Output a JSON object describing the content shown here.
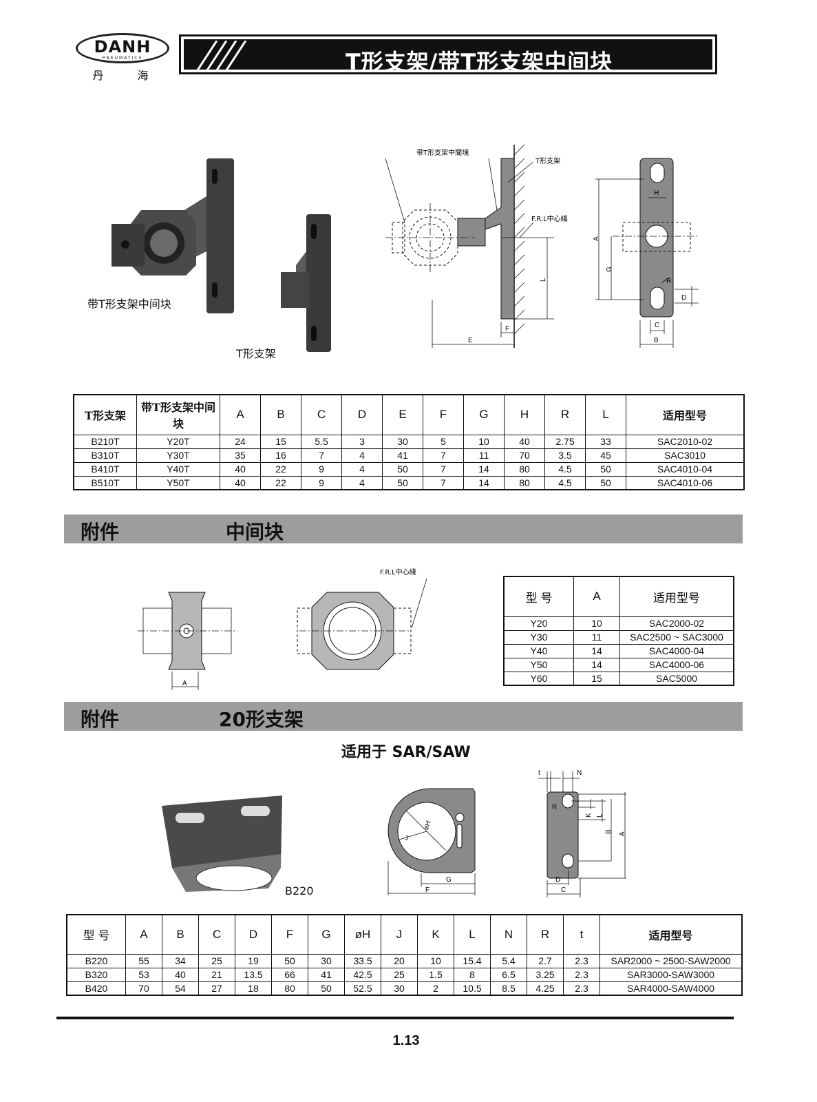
{
  "header": {
    "brand": "DANH",
    "brand_sub": "PNEUMATICS",
    "brand_cn": "丹 海",
    "title": "T形支架/带T形支架中间块"
  },
  "figure1": {
    "photo_caption_1": "带T形支架中间块",
    "photo_caption_2": "T形支架",
    "label_mid_block": "带T形支架中間塊",
    "label_t_bracket": "T形支架",
    "label_frl": "F.R.L中心綫",
    "dims": [
      "L",
      "F",
      "E",
      "H",
      "A",
      "G",
      "R",
      "D",
      "C",
      "B"
    ]
  },
  "table1": {
    "headers": [
      "T形支架",
      "带T形支架中间块",
      "A",
      "B",
      "C",
      "D",
      "E",
      "F",
      "G",
      "H",
      "R",
      "L",
      "适用型号"
    ],
    "rows": [
      [
        "B210T",
        "Y20T",
        "24",
        "15",
        "5.5",
        "3",
        "30",
        "5",
        "10",
        "40",
        "2.75",
        "33",
        "SAC2010-02"
      ],
      [
        "B310T",
        "Y30T",
        "35",
        "16",
        "7",
        "4",
        "41",
        "7",
        "11",
        "70",
        "3.5",
        "45",
        "SAC3010"
      ],
      [
        "B410T",
        "Y40T",
        "40",
        "22",
        "9",
        "4",
        "50",
        "7",
        "14",
        "80",
        "4.5",
        "50",
        "SAC4010-04"
      ],
      [
        "B510T",
        "Y50T",
        "40",
        "22",
        "9",
        "4",
        "50",
        "7",
        "14",
        "80",
        "4.5",
        "50",
        "SAC4010-06"
      ]
    ]
  },
  "section2": {
    "label": "附件",
    "title": "中间块",
    "frl_label": "F.R.L中心綫",
    "dim_a": "A"
  },
  "table2": {
    "headers": [
      "型 号",
      "A",
      "适用型号"
    ],
    "rows": [
      [
        "Y20",
        "10",
        "SAC2000-02"
      ],
      [
        "Y30",
        "11",
        "SAC2500 ~ SAC3000"
      ],
      [
        "Y40",
        "14",
        "SAC4000-04"
      ],
      [
        "Y50",
        "14",
        "SAC4000-06"
      ],
      [
        "Y60",
        "15",
        "SAC5000"
      ]
    ]
  },
  "section3": {
    "label": "附件",
    "title": "20形支架",
    "subtitle": "适用于 SAR/SAW",
    "photo_caption": "B220",
    "dims": [
      "J",
      "øH",
      "G",
      "F",
      "t",
      "N",
      "R",
      "K",
      "L",
      "B",
      "A",
      "D",
      "C"
    ]
  },
  "table3": {
    "headers": [
      "型 号",
      "A",
      "B",
      "C",
      "D",
      "F",
      "G",
      "øH",
      "J",
      "K",
      "L",
      "N",
      "R",
      "t",
      "适用型号"
    ],
    "rows": [
      [
        "B220",
        "55",
        "34",
        "25",
        "19",
        "50",
        "30",
        "33.5",
        "20",
        "10",
        "15.4",
        "5.4",
        "2.7",
        "2.3",
        "SAR2000 ~ 2500-SAW2000"
      ],
      [
        "B320",
        "53",
        "40",
        "21",
        "13.5",
        "66",
        "41",
        "42.5",
        "25",
        "1.5",
        "8",
        "6.5",
        "3.25",
        "2.3",
        "SAR3000-SAW3000"
      ],
      [
        "B420",
        "70",
        "54",
        "27",
        "18",
        "80",
        "50",
        "52.5",
        "30",
        "2",
        "10.5",
        "8.5",
        "4.25",
        "2.3",
        "SAR4000-SAW4000"
      ]
    ]
  },
  "footer": {
    "page": "1.13"
  }
}
